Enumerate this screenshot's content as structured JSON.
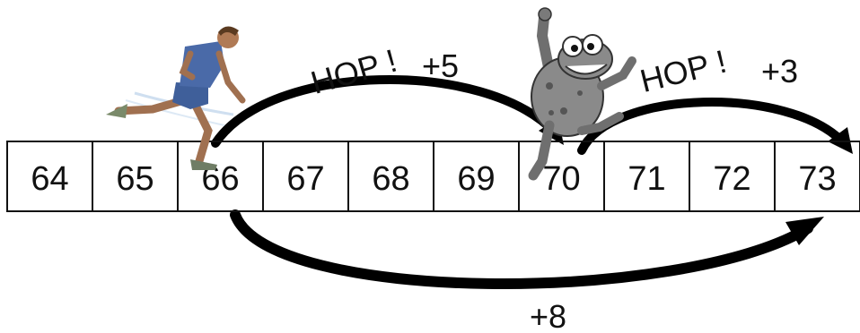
{
  "number_line": {
    "cells": [
      "64",
      "65",
      "66",
      "67",
      "68",
      "69",
      "70",
      "71",
      "72",
      "73"
    ]
  },
  "jumps": {
    "first": {
      "word": "HOP !",
      "amount": "+5",
      "from": 66,
      "to": 70
    },
    "second": {
      "word": "HOP !",
      "amount": "+3",
      "from": 70,
      "to": 73
    },
    "total": {
      "amount": "+8",
      "from": 66,
      "to": 73
    }
  },
  "pictures": {
    "runner": "running-man-figure",
    "frog": "jumping-frog-figure"
  },
  "colors": {
    "arrow": "#000000",
    "frog_body": "#8a8a8a",
    "runner_shirt": "#4a6aa8"
  }
}
